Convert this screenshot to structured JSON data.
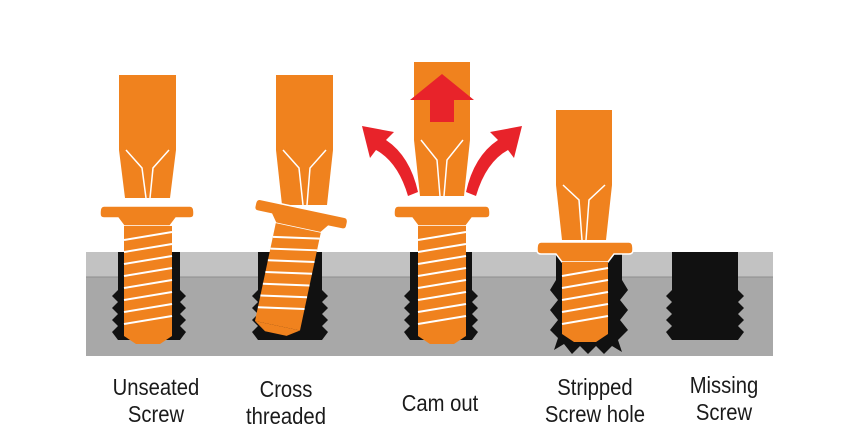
{
  "colors": {
    "screw_orange": "#F0821E",
    "screw_stroke": "#ffffff",
    "hole_black": "#111111",
    "plate_gray": "#A3A3A3",
    "plate_light": "#C8C8C8",
    "arrow_red": "#E8232A"
  },
  "panels": [
    {
      "id": "unseated",
      "label_lines": [
        "Unseated",
        "Screw"
      ]
    },
    {
      "id": "cross-threaded",
      "label_lines": [
        "Cross",
        "threaded"
      ]
    },
    {
      "id": "cam-out",
      "label_lines": [
        "Cam out"
      ]
    },
    {
      "id": "stripped",
      "label_lines": [
        "Stripped",
        "Screw hole"
      ]
    },
    {
      "id": "missing",
      "label_lines": [
        "Missing",
        "Screw"
      ]
    }
  ]
}
